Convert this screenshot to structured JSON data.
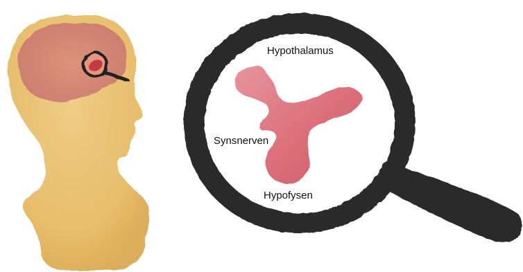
{
  "labels": {
    "hypothalamus": "Hypothalamus",
    "optic_nerve": "Synsnerven",
    "pituitary": "Hypofysen"
  },
  "colors": {
    "head_skin": "#e8be6a",
    "brain": "#cf7f78",
    "gland_tissue": "#d9636f",
    "magnifier_frame": "#2b2b2b"
  },
  "icons": {
    "head": "head-silhouette",
    "small_magnifier": "magnifier-icon",
    "large_magnifier": "magnifier-icon"
  }
}
